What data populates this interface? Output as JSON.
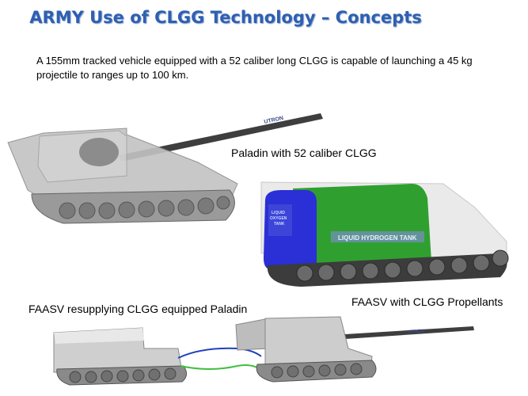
{
  "title": "ARMY Use  of CLGG Technology – Concepts",
  "description": "A 155mm tracked vehicle equipped with a 52 caliber long CLGG is capable of launching a 45 kg projectile to ranges up to 100 km.",
  "captions": {
    "paladin": "Paladin with 52 caliber CLGG",
    "faasv": "FAASV with CLGG Propellants",
    "resupply": "FAASV resupplying CLGG equipped Paladin"
  },
  "labels": {
    "utron_mark": "UTRON",
    "lox_line1": "LIQUID",
    "lox_line2": "OXYGEN",
    "lox_line3": "TANK",
    "lh2_tank": "LIQUID HYDROGEN TANK"
  },
  "colors": {
    "title": "#2f5fb0",
    "lox_tank": "#2a2fd6",
    "lh2_tank": "#2fa02f",
    "hull": "#c8c8c8",
    "blue_line": "#1f3fbf",
    "green_line": "#3fbf3f"
  }
}
